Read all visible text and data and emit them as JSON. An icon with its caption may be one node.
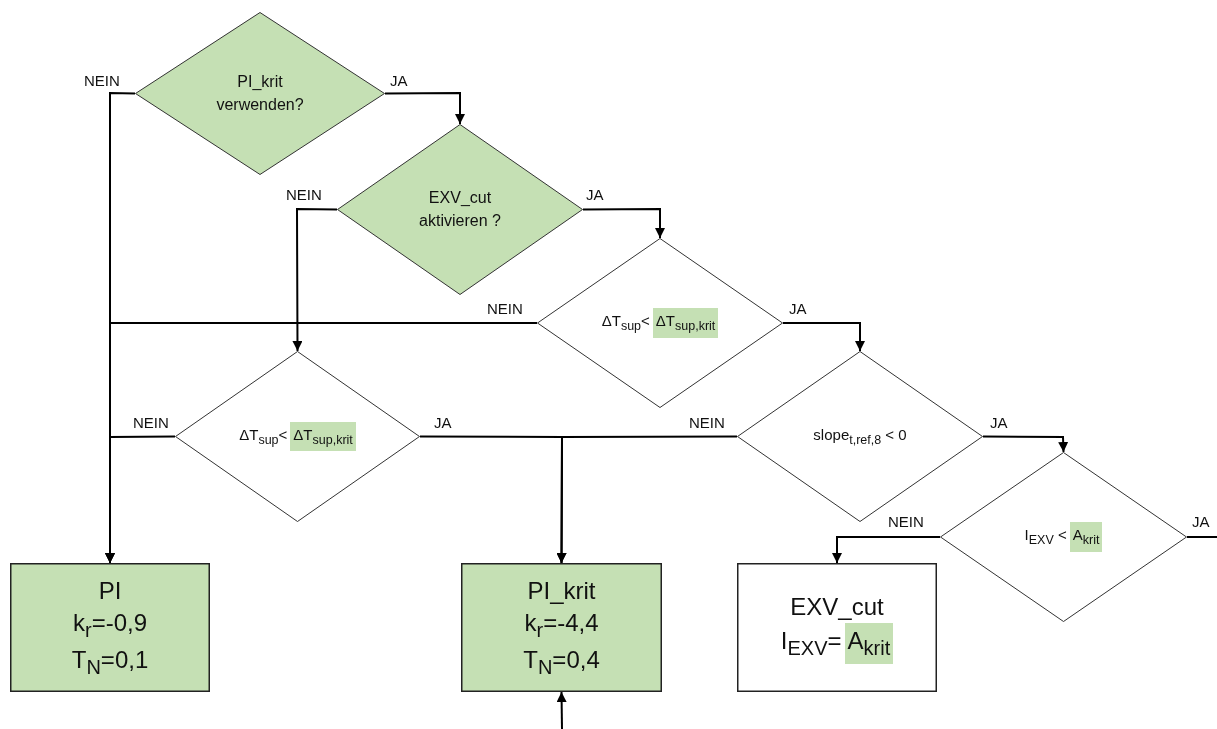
{
  "diagram": {
    "nodes": [
      {
        "text": [
          "PI_krit verwenden?"
        ]
      },
      {
        "text": [
          "EXV_cut aktivieren ?"
        ]
      },
      {
        "text": [
          "ΔT$_{sup}$<",
          "ΔT$_{sup,krit}$"
        ]
      },
      {
        "text": [
          "ΔT$_{sup}$<",
          "ΔT$_{sup,krit}$"
        ]
      },
      {
        "text": [
          "slope$_{t,ref,8}$ < 0"
        ]
      },
      {
        "text": [
          "I$_{EXV}$ <",
          "A$_{krit}$"
        ]
      },
      {
        "text": [
          "PI",
          "k$_{r}$=-0,9",
          "T$_{N}$=0,1"
        ]
      },
      {
        "text": [
          "PI_krit",
          "k$_{r}$=-4,4",
          "T$_{N}$=0,4"
        ]
      },
      {
        "text": [
          "EXV_cut",
          "I$_{EXV}$=",
          "A$_{krit}$"
        ]
      }
    ],
    "edges": [
      {
        "from": 0,
        "to": 6,
        "arrow": "to",
        "label": "NEIN"
      },
      {
        "from": 0,
        "to": 1,
        "arrow": "to",
        "label": "JA"
      },
      {
        "from": 1,
        "to": 3,
        "arrow": "to",
        "label": "NEIN"
      },
      {
        "from": 1,
        "to": 2,
        "arrow": "to",
        "label": "JA"
      },
      {
        "from": 2,
        "to": 6,
        "arrow": "to",
        "label": "NEIN"
      },
      {
        "from": 2,
        "to": 4,
        "arrow": "to",
        "label": "JA"
      },
      {
        "from": 3,
        "to": 6,
        "arrow": "to",
        "label": "NEIN"
      },
      {
        "from": 3,
        "to": 7,
        "arrow": "to",
        "label": "JA"
      },
      {
        "from": 4,
        "to": 7,
        "arrow": "to",
        "label": "NEIN"
      },
      {
        "from": 4,
        "to": 5,
        "arrow": "to",
        "label": "JA"
      },
      {
        "from": 5,
        "to": 8,
        "arrow": "to",
        "label": "NEIN"
      },
      {
        "from": 5,
        "to": null,
        "arrow": "none",
        "label": "JA"
      },
      {
        "from": null,
        "to": 7,
        "arrow": "to"
      }
    ]
  }
}
